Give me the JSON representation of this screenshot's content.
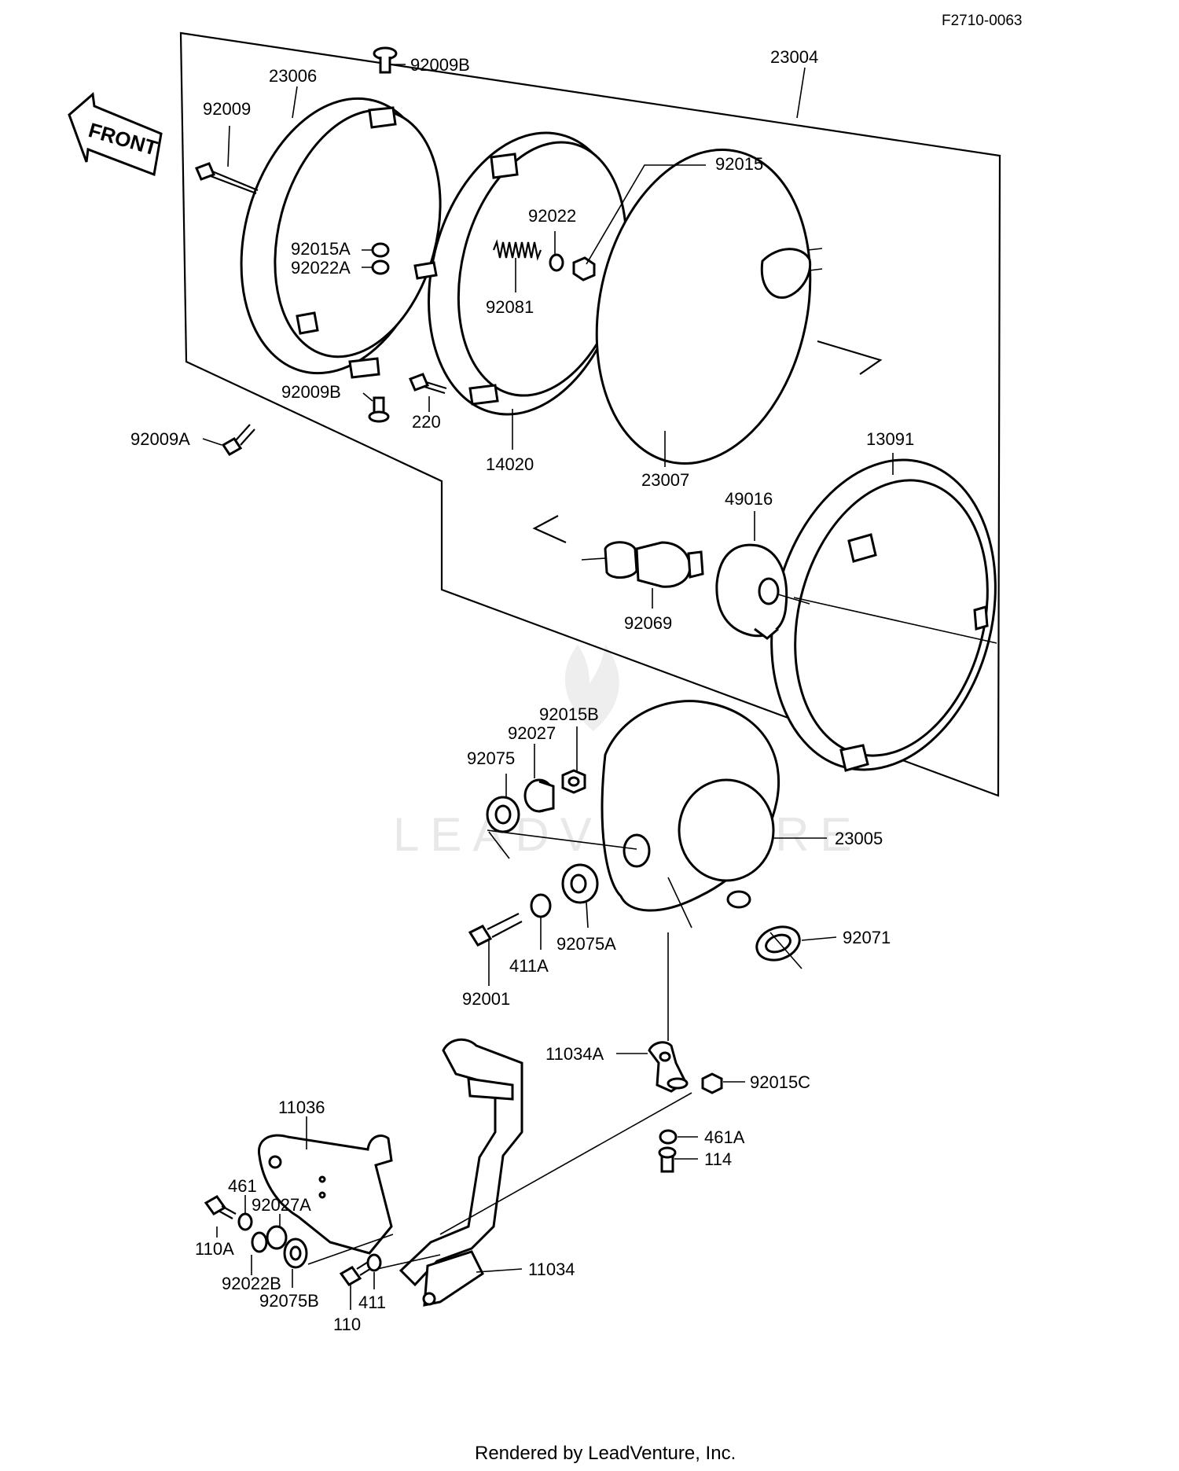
{
  "drawing_id": "F2710-0063",
  "front_label": "FRONT",
  "footer": "Rendered by LeadVenture, Inc.",
  "watermark": "LEADVENTURE",
  "part_labels": [
    {
      "id": "p23004",
      "text": "23004"
    },
    {
      "id": "p92009B",
      "text": "92009B"
    },
    {
      "id": "p23006",
      "text": "23006"
    },
    {
      "id": "p92009",
      "text": "92009"
    },
    {
      "id": "p92015",
      "text": "92015"
    },
    {
      "id": "p92022",
      "text": "92022"
    },
    {
      "id": "p92015A",
      "text": "92015A"
    },
    {
      "id": "p92022A",
      "text": "92022A"
    },
    {
      "id": "p92081",
      "text": "92081"
    },
    {
      "id": "p92009B2",
      "text": "92009B"
    },
    {
      "id": "p220",
      "text": "220"
    },
    {
      "id": "p92009A",
      "text": "92009A"
    },
    {
      "id": "p14020",
      "text": "14020"
    },
    {
      "id": "p23007",
      "text": "23007"
    },
    {
      "id": "p13091",
      "text": "13091"
    },
    {
      "id": "p49016",
      "text": "49016"
    },
    {
      "id": "p92069",
      "text": "92069"
    },
    {
      "id": "p92015B",
      "text": "92015B"
    },
    {
      "id": "p92027",
      "text": "92027"
    },
    {
      "id": "p92075",
      "text": "92075"
    },
    {
      "id": "p23005",
      "text": "23005"
    },
    {
      "id": "p92075A",
      "text": "92075A"
    },
    {
      "id": "p411A",
      "text": "411A"
    },
    {
      "id": "p92071",
      "text": "92071"
    },
    {
      "id": "p92001",
      "text": "92001"
    },
    {
      "id": "p11034A",
      "text": "11034A"
    },
    {
      "id": "p92015C",
      "text": "92015C"
    },
    {
      "id": "p461A",
      "text": "461A"
    },
    {
      "id": "p114",
      "text": "114"
    },
    {
      "id": "p11036",
      "text": "11036"
    },
    {
      "id": "p461",
      "text": "461"
    },
    {
      "id": "p92027A",
      "text": "92027A"
    },
    {
      "id": "p110A",
      "text": "110A"
    },
    {
      "id": "p92022B",
      "text": "92022B"
    },
    {
      "id": "p92075B",
      "text": "92075B"
    },
    {
      "id": "p411",
      "text": "411"
    },
    {
      "id": "p110",
      "text": "110"
    },
    {
      "id": "p11034",
      "text": "11034"
    }
  ]
}
